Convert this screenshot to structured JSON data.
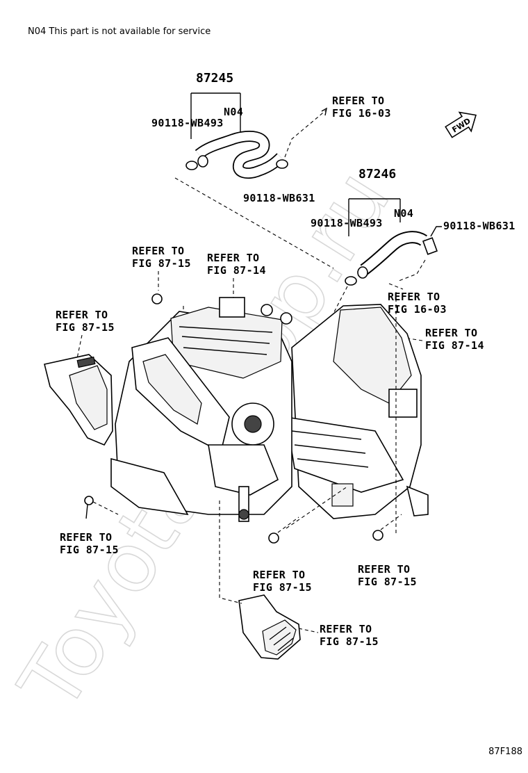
{
  "header": {
    "note": "N04 This part is not available for service"
  },
  "footer": {
    "figure_id": "87F188"
  },
  "watermark": {
    "text": "Toyota-Shop.ru"
  },
  "assemblies": [
    {
      "part_number": "87245",
      "sub_label": "N04",
      "clamp_left": "90118-WB493",
      "clamp_right": "90118-WB631"
    },
    {
      "part_number": "87246",
      "sub_label": "N04",
      "clamp_left": "90118-WB493",
      "clamp_right": "90118-WB631"
    }
  ],
  "refer": {
    "r1": [
      "REFER TO",
      "FIG 16-03"
    ],
    "r2": [
      "REFER TO",
      "FIG 87-15"
    ],
    "r3": [
      "REFER TO",
      "FIG 87-14"
    ],
    "r4": [
      "REFER TO",
      "FIG 16-03"
    ],
    "r5": [
      "REFER TO",
      "FIG 87-15"
    ],
    "r6": [
      "REFER TO",
      "FIG 87-14"
    ],
    "r7": [
      "REFER TO",
      "FIG 87-15"
    ],
    "r8": [
      "REFER TO",
      "FIG 87-15"
    ],
    "r9": [
      "REFER TO",
      "FIG 87-15"
    ],
    "r10": [
      "REFER TO",
      "FIG 87-15"
    ]
  },
  "fwd_label": "FWD"
}
